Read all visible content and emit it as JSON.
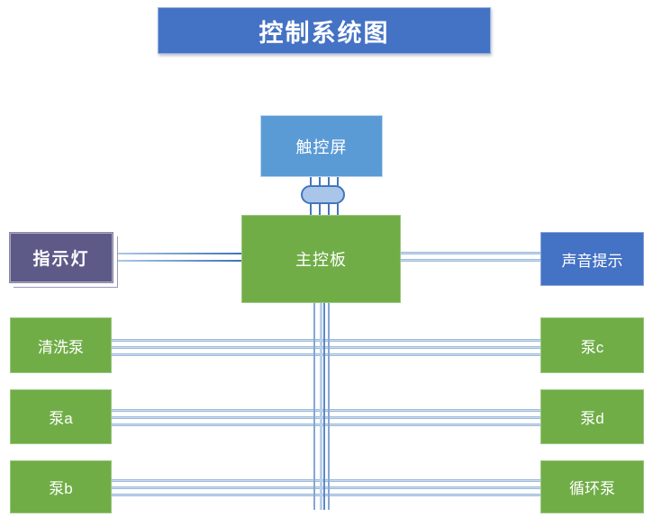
{
  "title": {
    "label": "控制系统图",
    "bg_color": "#4472C4"
  },
  "nodes": {
    "touchscreen": {
      "label": "触控屏",
      "bg_color": "#5B9BD5"
    },
    "mainboard": {
      "label": "主控板",
      "bg_color": "#70AD47"
    },
    "indicator_light": {
      "label": "指示灯",
      "bg_color": "#5D5A88"
    },
    "sound_alert": {
      "label": "声音提示",
      "bg_color": "#4472C4"
    },
    "wash_pump": {
      "label": "清洗泵",
      "bg_color": "#70AD47"
    },
    "pump_a": {
      "label": "泵a",
      "bg_color": "#70AD47"
    },
    "pump_b": {
      "label": "泵b",
      "bg_color": "#70AD47"
    },
    "pump_c": {
      "label": "泵c",
      "bg_color": "#70AD47"
    },
    "pump_d": {
      "label": "泵d",
      "bg_color": "#70AD47"
    },
    "circulation_pump": {
      "label": "循环泵",
      "bg_color": "#70AD47"
    }
  },
  "connector": {
    "shape": "pill-capsule",
    "fill": "#A9C6E8",
    "border": "#4377BD"
  },
  "wire_colors": {
    "light": "#B7CFEA",
    "medium": "#84A7D4",
    "dark": "#4577B8"
  }
}
